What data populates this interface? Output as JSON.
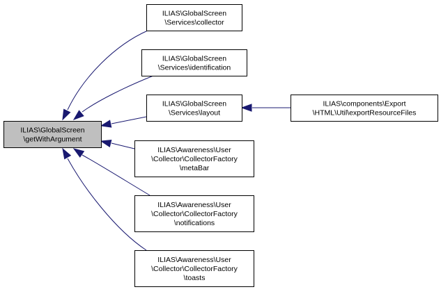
{
  "diagram": {
    "type": "doxygen-caller-graph",
    "colors": {
      "edge": "#191970",
      "focus_fill": "#bfbfbf",
      "node_fill": "#ffffff",
      "border": "#000000"
    },
    "nodes": [
      {
        "id": "focus",
        "lines": [
          "ILIAS\\GlobalScreen",
          "\\getWithArgument"
        ],
        "focus": true
      },
      {
        "id": "collector",
        "lines": [
          "ILIAS\\GlobalScreen",
          "\\Services\\collector"
        ]
      },
      {
        "id": "identification",
        "lines": [
          "ILIAS\\GlobalScreen",
          "\\Services\\identification"
        ]
      },
      {
        "id": "layout",
        "lines": [
          "ILIAS\\GlobalScreen",
          "\\Services\\layout"
        ]
      },
      {
        "id": "exportResourceFiles",
        "lines": [
          "ILIAS\\components\\Export",
          "\\HTML\\Util\\exportResourceFiles"
        ]
      },
      {
        "id": "metaBar",
        "lines": [
          "ILIAS\\Awareness\\User",
          "\\Collector\\CollectorFactory",
          "\\metaBar"
        ]
      },
      {
        "id": "notifications",
        "lines": [
          "ILIAS\\Awareness\\User",
          "\\Collector\\CollectorFactory",
          "\\notifications"
        ]
      },
      {
        "id": "toasts",
        "lines": [
          "ILIAS\\Awareness\\User",
          "\\Collector\\CollectorFactory",
          "\\toasts"
        ]
      }
    ],
    "edges": [
      {
        "from": "collector",
        "to": "focus"
      },
      {
        "from": "identification",
        "to": "focus"
      },
      {
        "from": "layout",
        "to": "focus"
      },
      {
        "from": "metaBar",
        "to": "focus"
      },
      {
        "from": "notifications",
        "to": "focus"
      },
      {
        "from": "toasts",
        "to": "focus"
      },
      {
        "from": "exportResourceFiles",
        "to": "layout"
      }
    ]
  }
}
